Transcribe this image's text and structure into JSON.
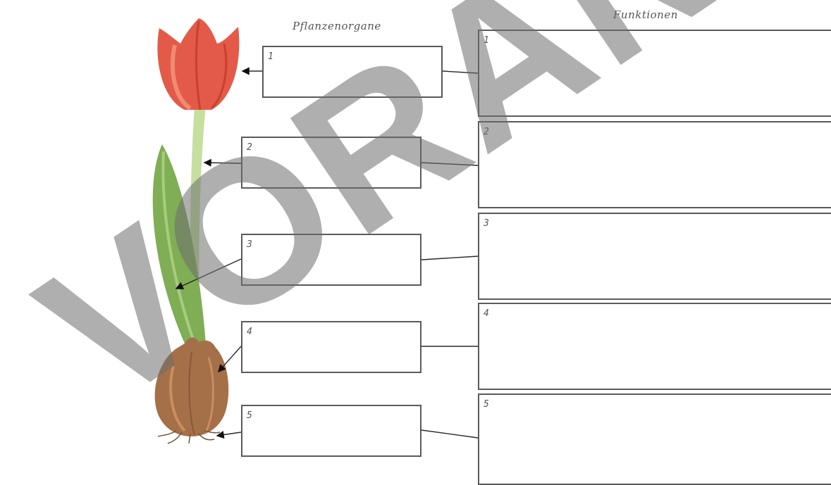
{
  "headers": {
    "organs": "Pflanzenorgane",
    "functions": "Funktionen"
  },
  "organ_boxes": [
    {
      "number": "1",
      "answer": ""
    },
    {
      "number": "2",
      "answer": ""
    },
    {
      "number": "3",
      "answer": ""
    },
    {
      "number": "4",
      "answer": ""
    },
    {
      "number": "5",
      "answer": ""
    }
  ],
  "function_boxes": [
    {
      "number": "1",
      "answer": ""
    },
    {
      "number": "2",
      "answer": ""
    },
    {
      "number": "3",
      "answer": ""
    },
    {
      "number": "4",
      "answer": ""
    },
    {
      "number": "5",
      "answer": ""
    }
  ],
  "watermark": "VORAN",
  "colors": {
    "petal": "#e85a4a",
    "stem": "#b5d68e",
    "leaf": "#7faa52",
    "bulb": "#a86f45",
    "watermark": "#6e6e6e"
  }
}
